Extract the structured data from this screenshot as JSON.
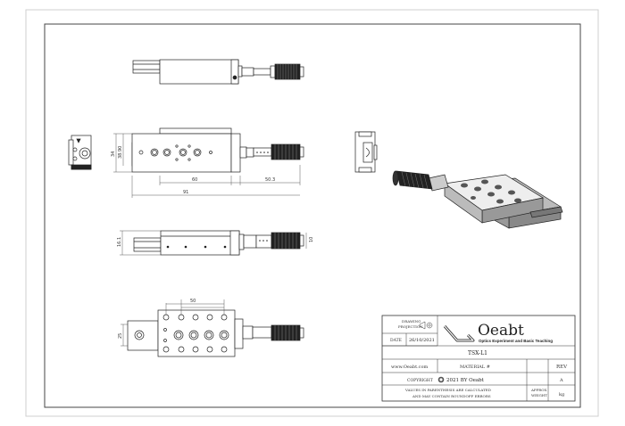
{
  "drawing": {
    "dimensions": {
      "top_view_height": "38.90",
      "top_view_side": "34",
      "width_60": "60",
      "width_50_3": "50.3",
      "overall": "91",
      "front_left": "16.1",
      "front_right": "10",
      "bottom_hole_spacing": "50",
      "bottom_side": "25"
    }
  },
  "title_block": {
    "drawing_projection_label_1": "DRAWING",
    "drawing_projection_label_2": "PROJECTION",
    "date_label": "DATE",
    "date_value": "26/10/2021",
    "brand_name": "Oeabt",
    "brand_tagline": "Optics Experiment and Basic Teaching",
    "website": "www.Oeabt.com",
    "part_name": "TSX-L1",
    "material_label": "MATERIAL #",
    "rev_label": "REV",
    "rev_value": "A",
    "copyright_label": "COPYRIGHT",
    "copyright_text": "2021 BY Oeabt",
    "note_line_1": "VALUES IN PARENTHESIS ARE CALCULATED",
    "note_line_2": "AND MAY CONTAIN ROUNDOFF ERRORS",
    "approx_weight_label_1": "APPROX",
    "approx_weight_label_2": "WEIGHT",
    "weight_unit": "kg"
  }
}
